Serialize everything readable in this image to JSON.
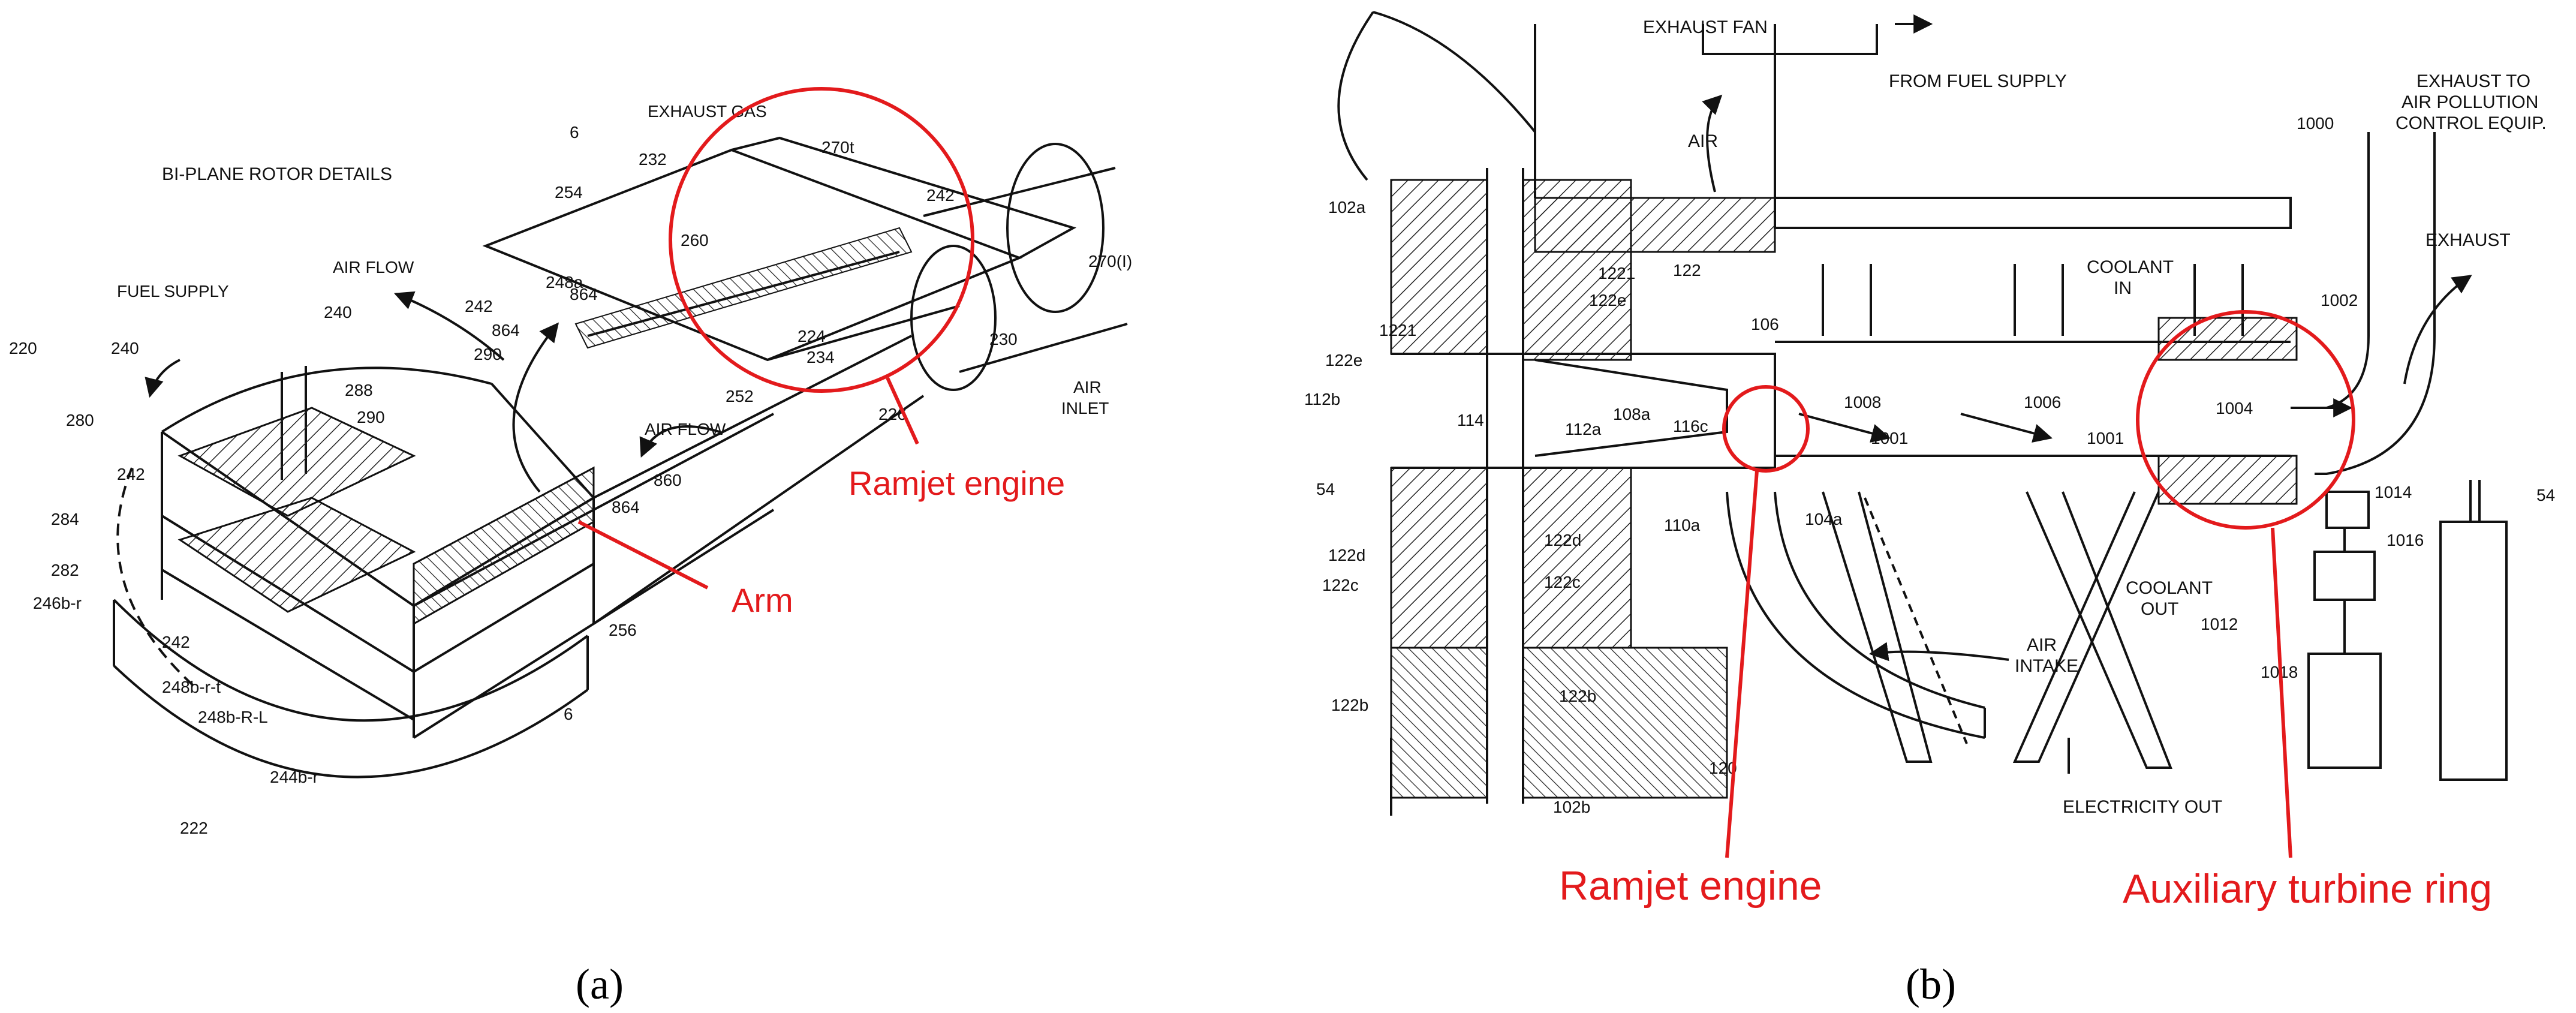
{
  "panel_a": {
    "caption": "(a)",
    "title": "BI-PLANE ROTOR DETAILS",
    "texts": {
      "exhaust_gas": "EXHAUST GAS",
      "fuel_supply": "FUEL SUPPLY",
      "air_flow_1": "AIR FLOW",
      "air_flow_2": "AIR FLOW",
      "air_inlet_1": "AIR",
      "air_inlet_2": "INLET",
      "ref_6_top": "6",
      "ref_6_bottom": "6"
    },
    "refs": [
      "220",
      "240",
      "280",
      "242",
      "284",
      "282",
      "246b-r",
      "242",
      "248b-r-t",
      "248b-R-L",
      "244b-r",
      "222",
      "240",
      "288",
      "290",
      "290",
      "232",
      "254",
      "260",
      "248a",
      "242",
      "864",
      "864",
      "860",
      "864",
      "252",
      "224",
      "234",
      "226",
      "230",
      "242",
      "270t",
      "270(I)",
      "256"
    ],
    "annotations": {
      "ramjet": "Ramjet engine",
      "arm": "Arm"
    }
  },
  "panel_b": {
    "caption": "(b)",
    "texts": {
      "exhaust_fan": "EXHAUST FAN",
      "fuel_supply": "FROM FUEL SUPPLY",
      "air": "AIR",
      "coolant_in_1": "COOLANT",
      "coolant_in_2": "IN",
      "coolant_out_1": "COOLANT",
      "coolant_out_2": "OUT",
      "air_intake_1": "AIR",
      "air_intake_2": "INTAKE",
      "electricity_out": "ELECTRICITY OUT",
      "exhaust_to_1": "EXHAUST TO",
      "exhaust_to_2": "AIR POLLUTION",
      "exhaust_to_3": "CONTROL EQUIP.",
      "exhaust": "EXHAUST"
    },
    "refs": [
      "102a",
      "1221",
      "122e",
      "1221",
      "122e",
      "112b",
      "54",
      "114",
      "112a",
      "108a",
      "116c",
      "122",
      "106",
      "1008",
      "1001",
      "1006",
      "1001",
      "1004",
      "1002",
      "1000",
      "122d",
      "122c",
      "122d",
      "122c",
      "110a",
      "104a",
      "1012",
      "1014",
      "1016",
      "1018",
      "122b",
      "122b",
      "102b",
      "120",
      "54"
    ],
    "annotations": {
      "ramjet": "Ramjet engine",
      "turbine_ring": "Auxiliary turbine ring"
    }
  },
  "colors": {
    "annotation": "#e31a1c",
    "line": "#111111",
    "background": "#ffffff"
  }
}
